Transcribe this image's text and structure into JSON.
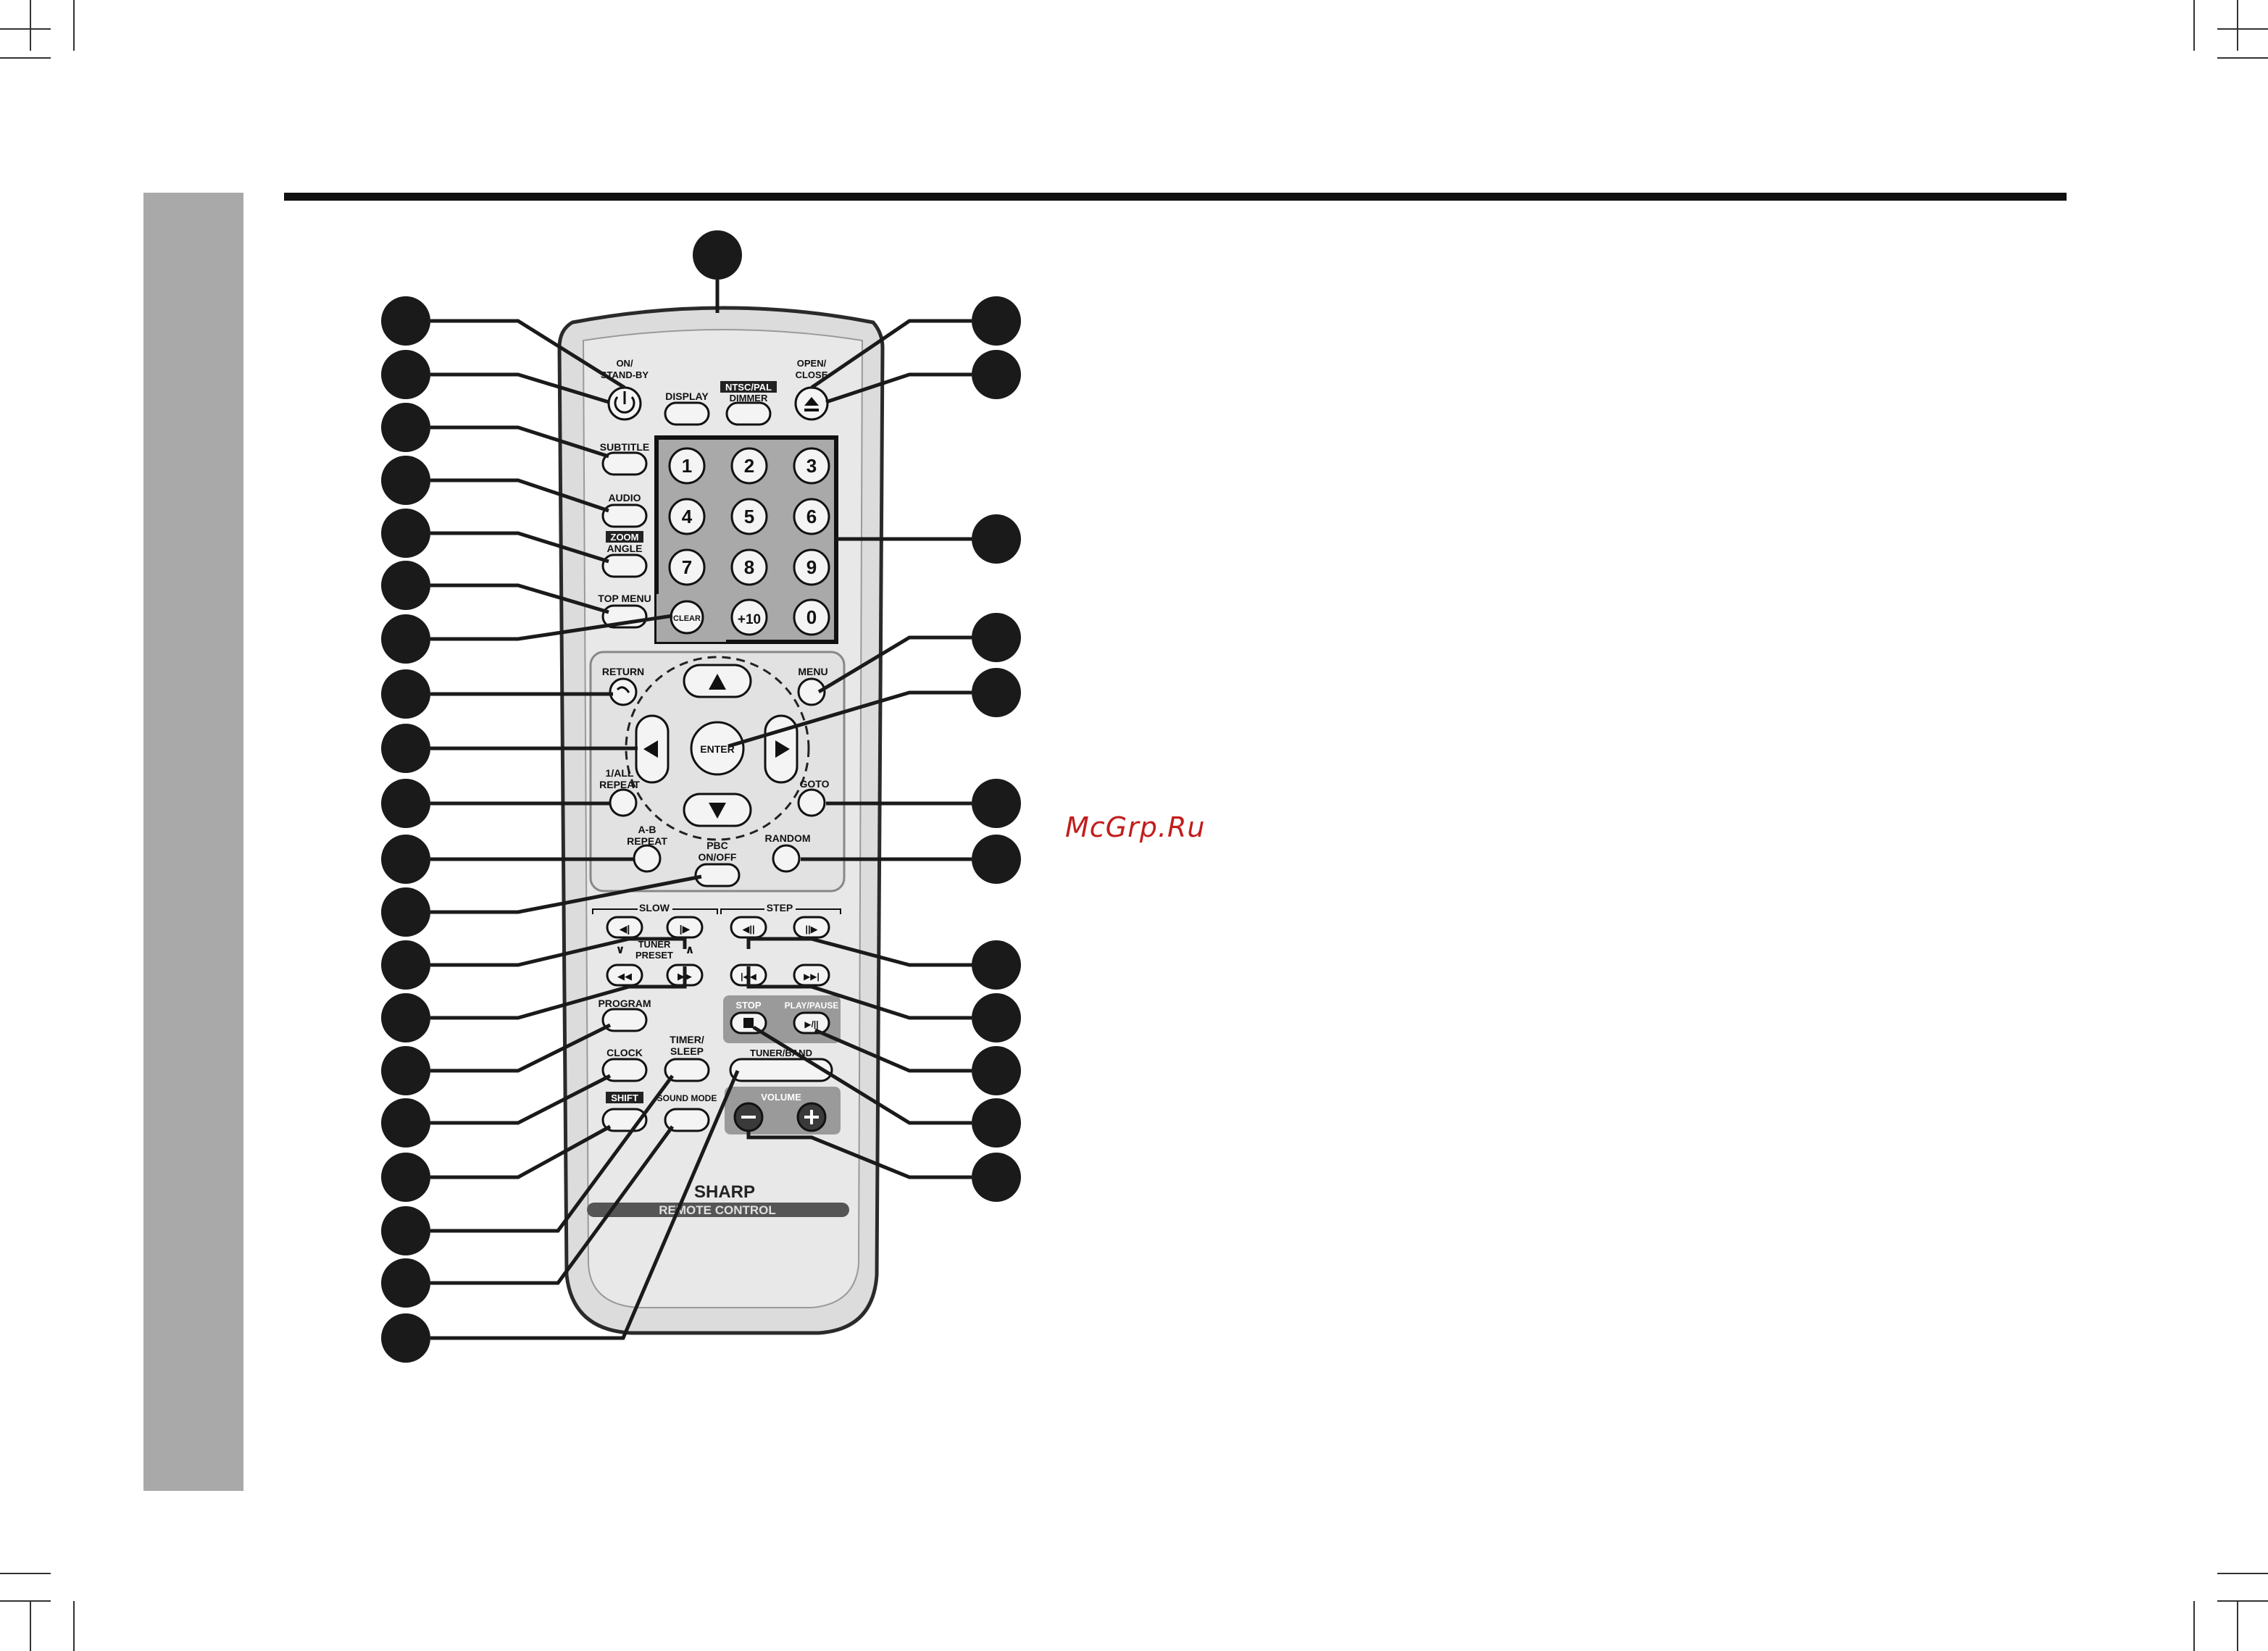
{
  "watermark": "McGrp.Ru",
  "brand": {
    "name": "SHARP",
    "subtitle": "REMOTE CONTROL"
  },
  "labels": {
    "on_standby": [
      "ON/",
      "STAND-BY"
    ],
    "display": "DISPLAY",
    "ntsc_pal": "NTSC/PAL",
    "dimmer": "DIMMER",
    "open_close": [
      "OPEN/",
      "CLOSE"
    ],
    "subtitle": "SUBTITLE",
    "audio": "AUDIO",
    "zoom": "ZOOM",
    "angle": "ANGLE",
    "top_menu": "TOP MENU",
    "clear": "CLEAR",
    "return": "RETURN",
    "menu": "MENU",
    "enter": "ENTER",
    "repeat_1all": [
      "1/ALL",
      "REPEAT"
    ],
    "goto": "GOTO",
    "ab_repeat": [
      "A-B",
      "REPEAT"
    ],
    "random": "RANDOM",
    "pbc": [
      "PBC",
      "ON/OFF"
    ],
    "slow": "SLOW",
    "step": "STEP",
    "tuner_preset": [
      "TUNER",
      "PRESET"
    ],
    "stop": "STOP",
    "play_pause": "PLAY/PAUSE",
    "program": "PROGRAM",
    "timer_sleep": [
      "TIMER/",
      "SLEEP"
    ],
    "tuner_band": "TUNER/BAND",
    "clock": "CLOCK",
    "shift": "SHIFT",
    "sound_mode": "SOUND MODE",
    "volume": "VOLUME"
  },
  "number_keys": [
    "1",
    "2",
    "3",
    "4",
    "5",
    "6",
    "7",
    "8",
    "9",
    "+10",
    "0"
  ],
  "colors": {
    "remote_body": "#dcdcdc",
    "remote_outline": "#2a2a2a",
    "number_panel": "#a9a9a9",
    "side_bar": "#a9a9a9",
    "callout": "#1a1a1a",
    "watermark": "#c21d1d"
  }
}
